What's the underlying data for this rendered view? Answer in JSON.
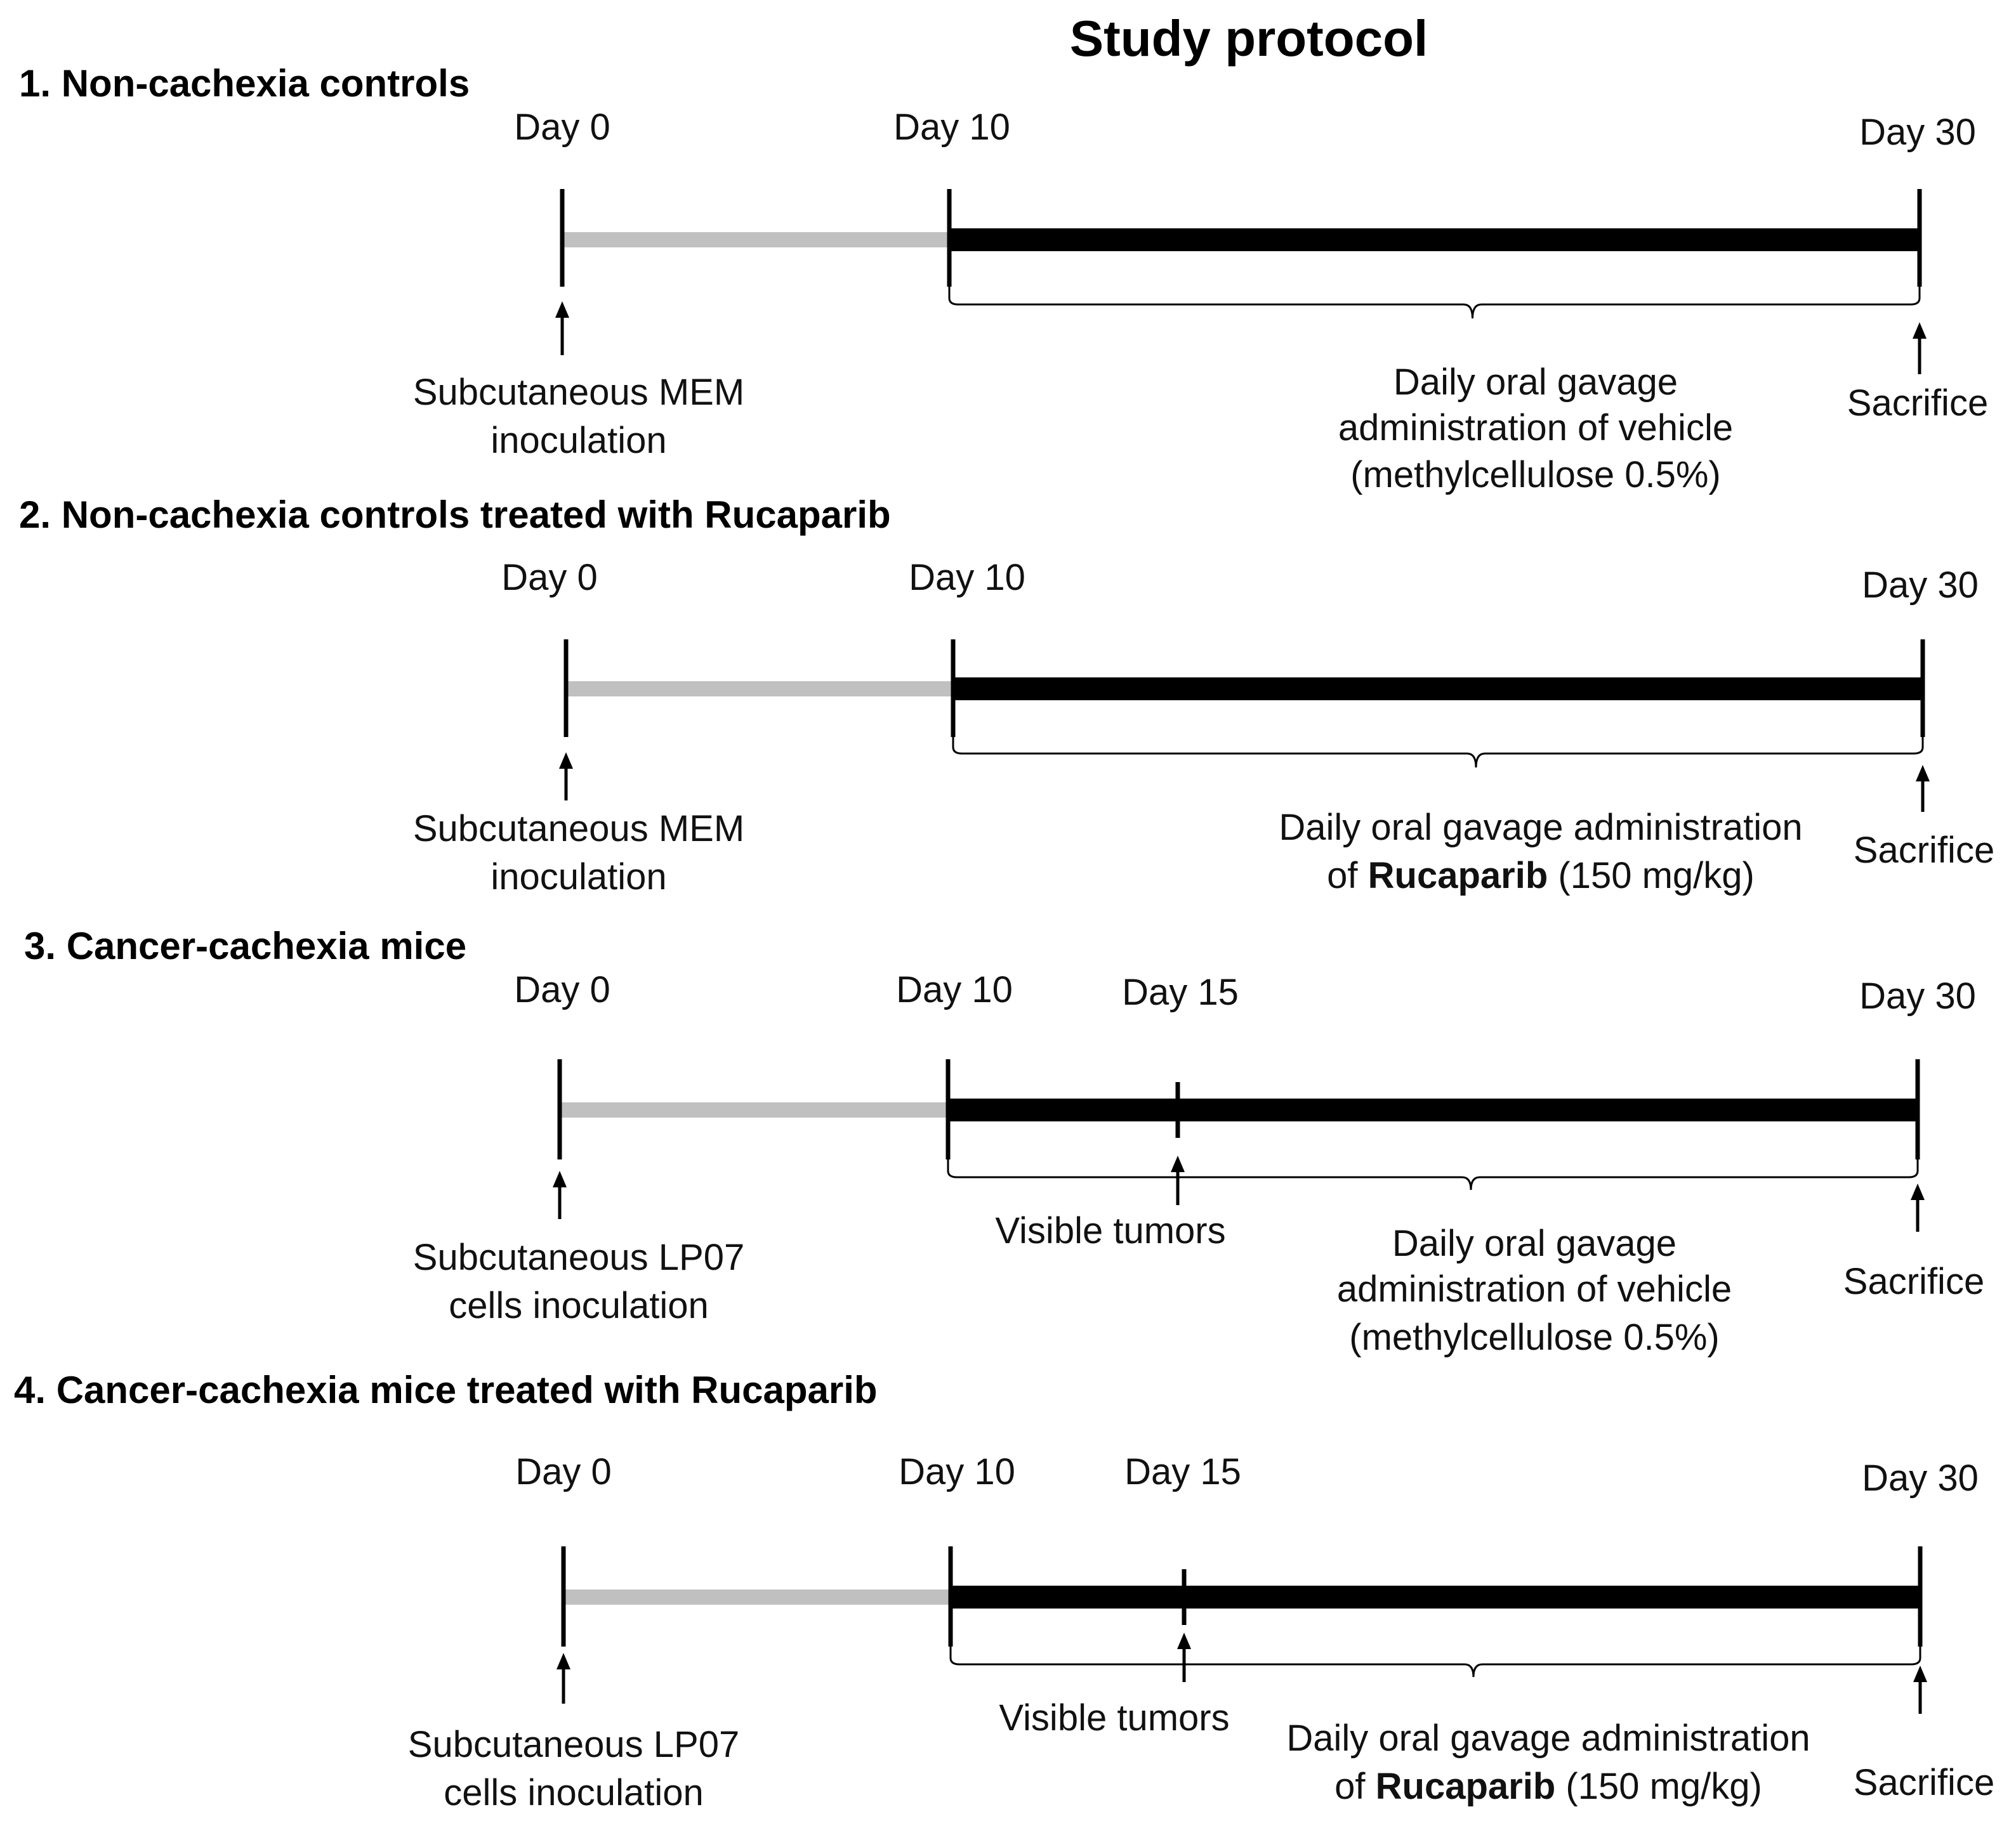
{
  "title": "Study protocol",
  "colors": {
    "untreated_bar": "#c0c0c0",
    "treatment_bar": "#000000",
    "text": "#111111"
  },
  "panels": [
    {
      "heading": "1. Non-cachexia controls",
      "day_labels": [
        "Day 0",
        "Day 10",
        "Day 30"
      ],
      "inoculation": [
        "Subcutaneous  MEM",
        "inoculation"
      ],
      "treatment": [
        [
          {
            "t": "Daily oral gavage"
          }
        ],
        [
          {
            "t": "administration  of vehicle"
          }
        ],
        [
          {
            "t": "(methylcellulose  0.5%)"
          }
        ]
      ],
      "end_label": "Sacrifice"
    },
    {
      "heading": "2. Non-cachexia controls treated with Rucaparib",
      "day_labels": [
        "Day 0",
        "Day 10",
        "Day 30"
      ],
      "inoculation": [
        "Subcutaneous  MEM",
        "inoculation"
      ],
      "treatment": [
        [
          {
            "t": "Daily oral gavage administration"
          }
        ],
        [
          {
            "t": "of "
          },
          {
            "t": "Rucaparib",
            "b": true
          },
          {
            "t": " (150 mg/kg)"
          }
        ]
      ],
      "end_label": "Sacrifice"
    },
    {
      "heading": "3. Cancer-cachexia mice",
      "day_labels": [
        "Day 0",
        "Day 10",
        "Day 15",
        "Day 30"
      ],
      "inoculation": [
        "Subcutaneous  LP07",
        "cells inoculation"
      ],
      "tumor_label": "Visible tumors",
      "treatment": [
        [
          {
            "t": "Daily oral gavage"
          }
        ],
        [
          {
            "t": "administration  of vehicle"
          }
        ],
        [
          {
            "t": "(methylcellulose  0.5%)"
          }
        ]
      ],
      "end_label": "Sacrifice"
    },
    {
      "heading": "4. Cancer-cachexia mice treated with Rucaparib",
      "day_labels": [
        "Day 0",
        "Day 10",
        "Day 15",
        "Day 30"
      ],
      "inoculation": [
        "Subcutaneous  LP07",
        "cells inoculation"
      ],
      "tumor_label": "Visible tumors",
      "treatment": [
        [
          {
            "t": "Daily oral gavage administration"
          }
        ],
        [
          {
            "t": "of "
          },
          {
            "t": "Rucaparib",
            "b": true
          },
          {
            "t": " (150 mg/kg)"
          }
        ]
      ],
      "end_label": "Sacrifice"
    }
  ]
}
